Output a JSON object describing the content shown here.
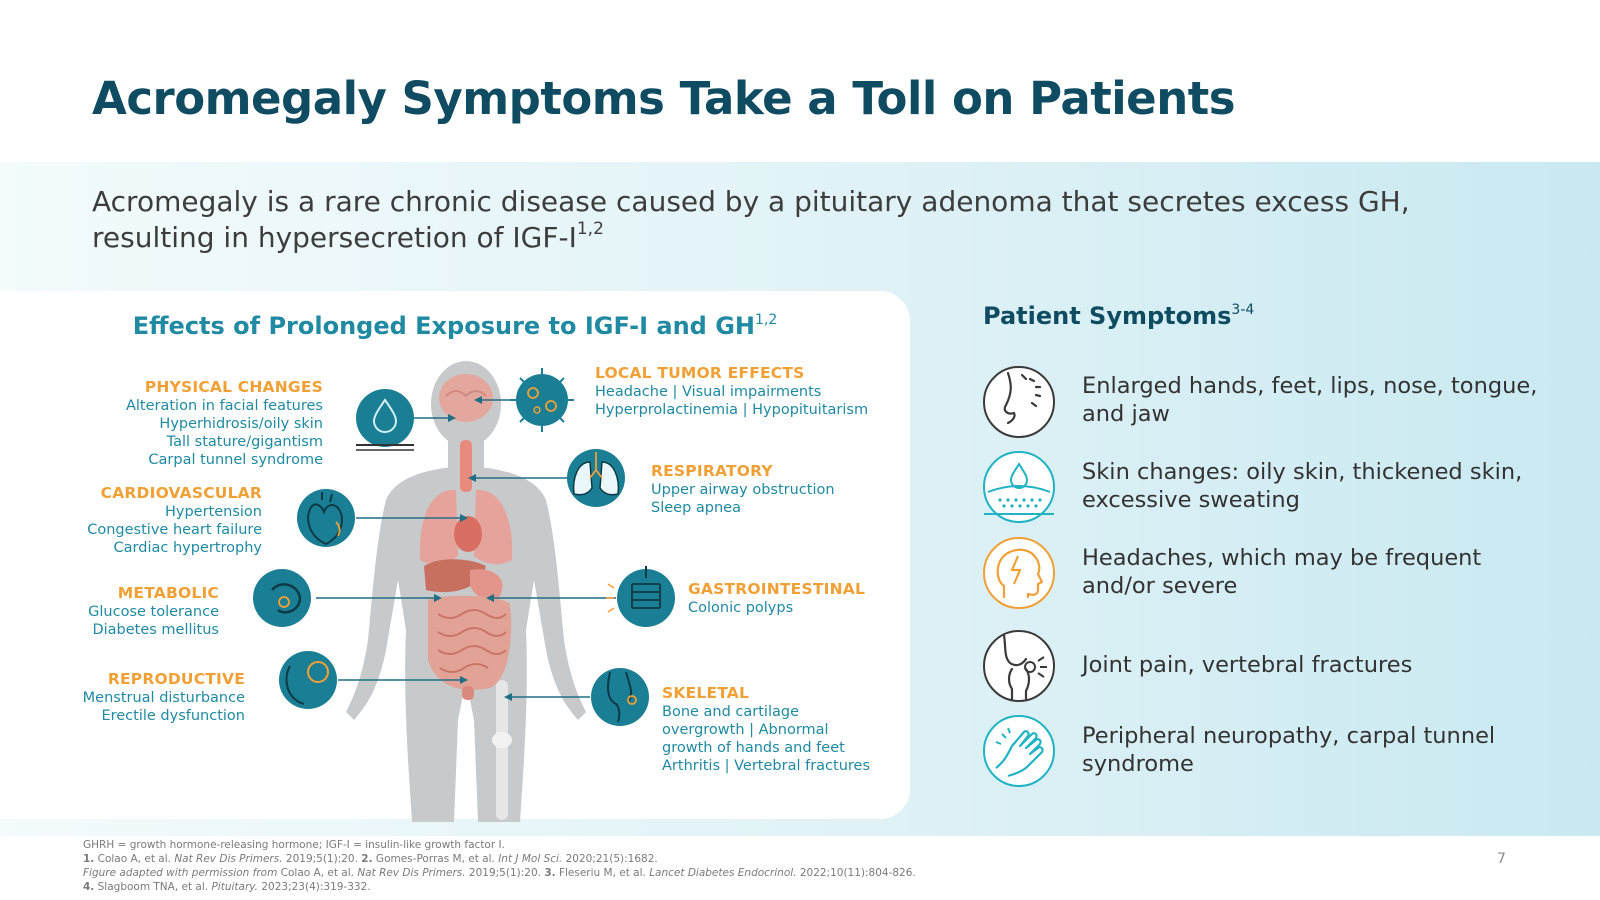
{
  "title": "Acromegaly Symptoms Take a Toll on Patients",
  "intro": {
    "text": "Acromegaly is a rare chronic disease caused by a pituitary adenoma that secretes excess GH, resulting in hypersecretion of IGF-I",
    "ref": "1,2"
  },
  "effects": {
    "title": "Effects of Prolonged Exposure to IGF-I and GH",
    "ref": "1,2",
    "groups": [
      {
        "heading": "PHYSICAL CHANGES",
        "lines": [
          "Alteration in facial features",
          "Hyperhidrosis/oily skin",
          "Tall stature/gigantism",
          "Carpal tunnel syndrome"
        ]
      },
      {
        "heading": "CARDIOVASCULAR",
        "lines": [
          "Hypertension",
          "Congestive heart failure",
          "Cardiac hypertrophy"
        ]
      },
      {
        "heading": "METABOLIC",
        "lines": [
          "Glucose tolerance",
          "Diabetes mellitus"
        ]
      },
      {
        "heading": "REPRODUCTIVE",
        "lines": [
          "Menstrual disturbance",
          "Erectile dysfunction"
        ]
      },
      {
        "heading": "LOCAL TUMOR EFFECTS",
        "lines": [
          "Headache | Visual impairments",
          "Hyperprolactinemia | Hypopituitarism"
        ]
      },
      {
        "heading": "RESPIRATORY",
        "lines": [
          "Upper airway obstruction",
          "Sleep apnea"
        ]
      },
      {
        "heading": "GASTROINTESTINAL",
        "lines": [
          "Colonic polyps"
        ]
      },
      {
        "heading": "SKELETAL",
        "lines": [
          "Bone and cartilage",
          "overgrowth | Abnormal",
          "growth of hands and feet",
          "Arthritis | Vertebral fractures"
        ]
      }
    ]
  },
  "symptoms": {
    "title": "Patient Symptoms",
    "ref": "3-4",
    "items": [
      {
        "icon": "face-profile-icon",
        "lines": [
          "Enlarged hands, feet, lips, nose, tongue,",
          "and jaw"
        ]
      },
      {
        "icon": "skin-droplet-icon",
        "lines": [
          "Skin changes: oily skin, thickened skin,",
          "excessive sweating"
        ]
      },
      {
        "icon": "headache-icon",
        "lines": [
          "Headaches, which may be frequent",
          "and/or severe"
        ]
      },
      {
        "icon": "knee-joint-icon",
        "lines": [
          "Joint pain, vertebral fractures"
        ]
      },
      {
        "icon": "hand-tingling-icon",
        "lines": [
          "Peripheral neuropathy, carpal tunnel",
          "syndrome"
        ]
      }
    ]
  },
  "colors": {
    "title": "#0f4c62",
    "accent_teal": "#1f8aa2",
    "accent_orange": "#f0a035",
    "icon_teal": "#1a7f94"
  },
  "footnotes": {
    "abbrev": "GHRH = growth hormone-releasing hormone; IGF-I = insulin-like growth factor I.",
    "ref1_num": "1.",
    "ref1_a": " Colao A, et al. ",
    "ref1_journal": "Nat Rev Dis Primers.",
    "ref1_b": " 2019;5(1):20. ",
    "ref2_num": "2.",
    "ref2_a": " Gomes-Porras M, et al. ",
    "ref2_journal": "Int J Mol Sci.",
    "ref2_b": " 2020;21(5):1682.",
    "adapted": "Figure adapted with permission from",
    "adapted_a": " Colao A, et al. ",
    "adapted_journal": "Nat Rev Dis Primers.",
    "adapted_b": " 2019;5(1):20. ",
    "ref3_num": "3.",
    "ref3_a": " Fleseriu M, et al. ",
    "ref3_journal": "Lancet Diabetes Endocrinol.",
    "ref3_b": " 2022;10(11):804-826.",
    "ref4_num": "4.",
    "ref4_a": " Slagboom TNA, et al. ",
    "ref4_journal": "Pituitary.",
    "ref4_b": " 2023;23(4):319-332."
  },
  "page_number": "7"
}
